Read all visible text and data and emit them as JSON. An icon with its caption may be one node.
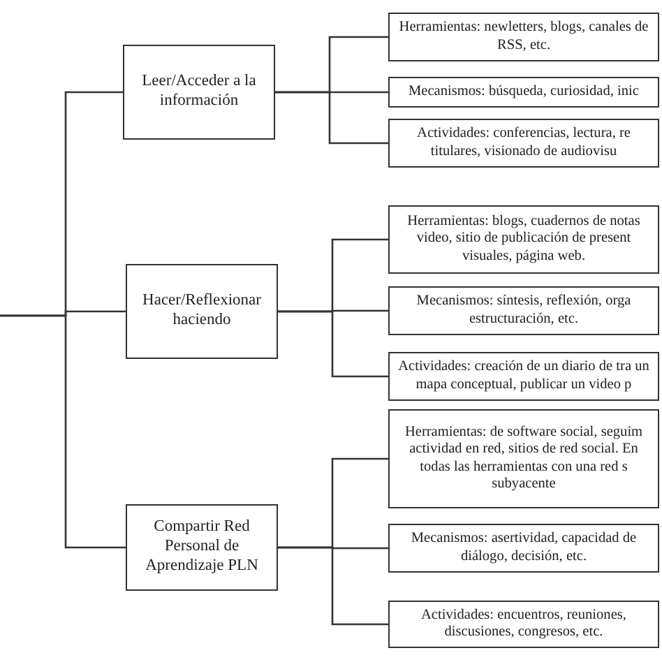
{
  "diagram": {
    "nodes": [
      {
        "text": [
          "Leer/Acceder a la información"
        ]
      },
      {
        "text": [
          "Herramientas: newletters, blogs, canales de RSS, etc."
        ]
      },
      {
        "text": [
          "Mecanismos: búsqueda, curiosidad, inic"
        ]
      },
      {
        "text": [
          "Actividades: conferencias, lectura, re titulares, visionado de audiovisu"
        ]
      },
      {
        "text": [
          "Hacer/Reflexionar haciendo"
        ]
      },
      {
        "text": [
          "Herramientas: blogs, cuadernos de notas video, sitio de publicación de present visuales, página web."
        ]
      },
      {
        "text": [
          "Mecanismos: síntesis, reflexión, orga estructuración, etc."
        ]
      },
      {
        "text": [
          "Actividades: creación de un diario de tra un mapa conceptual, publicar un video p"
        ]
      },
      {
        "text": [
          "Compartir Red Personal de Aprendizaje PLN"
        ]
      },
      {
        "text": [
          "Herramientas: de software social, seguim actividad en red, sitios de red social. En todas las herramientas con una red s subyacente"
        ]
      },
      {
        "text": [
          "Mecanismos: asertividad, capacidad de diálogo, decisión, etc."
        ]
      },
      {
        "text": [
          "Actividades: encuentros, reuniones, discusiones, congresos, etc."
        ]
      }
    ],
    "edges": [
      {
        "from": null,
        "to": 0,
        "arrow": "none"
      },
      {
        "from": null,
        "to": 4,
        "arrow": "none"
      },
      {
        "from": null,
        "to": 8,
        "arrow": "none"
      },
      {
        "from": 0,
        "to": 1,
        "arrow": "none"
      },
      {
        "from": 0,
        "to": 2,
        "arrow": "none"
      },
      {
        "from": 0,
        "to": 3,
        "arrow": "none"
      },
      {
        "from": 4,
        "to": 5,
        "arrow": "none"
      },
      {
        "from": 4,
        "to": 6,
        "arrow": "none"
      },
      {
        "from": 4,
        "to": 7,
        "arrow": "none"
      },
      {
        "from": 8,
        "to": 9,
        "arrow": "none"
      },
      {
        "from": 8,
        "to": 10,
        "arrow": "none"
      },
      {
        "from": 8,
        "to": 11,
        "arrow": "none"
      }
    ]
  }
}
